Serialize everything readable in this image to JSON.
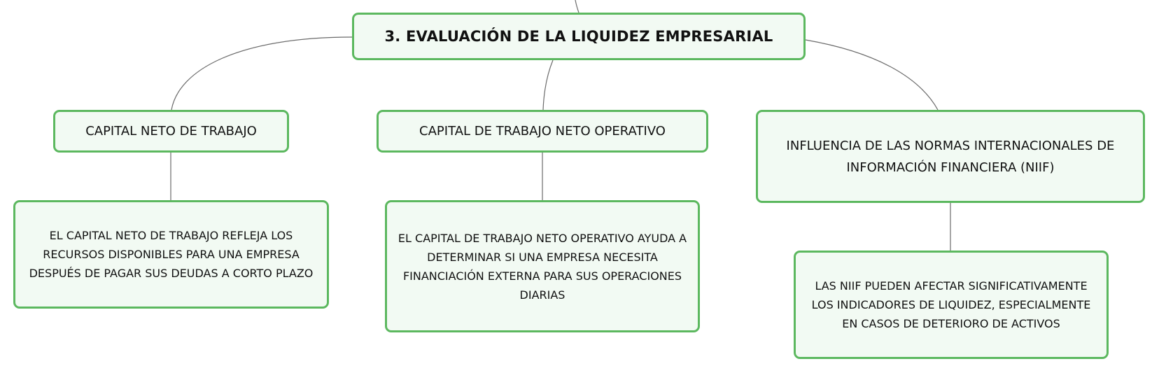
{
  "diagram": {
    "root": {
      "label": "3. EVALUACIÓN DE LA LIQUIDEZ EMPRESARIAL"
    },
    "topics": [
      {
        "label": "CAPITAL NETO DE TRABAJO",
        "detail": "EL CAPITAL NETO DE TRABAJO REFLEJA LOS RECURSOS DISPONIBLES PARA UNA EMPRESA DESPUÉS DE PAGAR SUS DEUDAS A CORTO PLAZO"
      },
      {
        "label": "CAPITAL DE TRABAJO NETO OPERATIVO",
        "detail": "EL CAPITAL DE TRABAJO NETO OPERATIVO AYUDA A DETERMINAR SI UNA EMPRESA NECESITA FINANCIACIÓN EXTERNA PARA SUS OPERACIONES DIARIAS"
      },
      {
        "label": "INFLUENCIA DE LAS NORMAS INTERNACIONALES DE INFORMACIÓN FINANCIERA (NIIF)",
        "detail": "LAS NIIF PUEDEN AFECTAR SIGNIFICATIVAMENTE LOS INDICADORES DE LIQUIDEZ, ESPECIALMENTE EN CASOS DE DETERIORO DE ACTIVOS"
      }
    ],
    "colors": {
      "node_border": "#5cb85f",
      "node_fill": "#f2faf3",
      "connector": "#6b6b6b",
      "text": "#111111"
    }
  }
}
